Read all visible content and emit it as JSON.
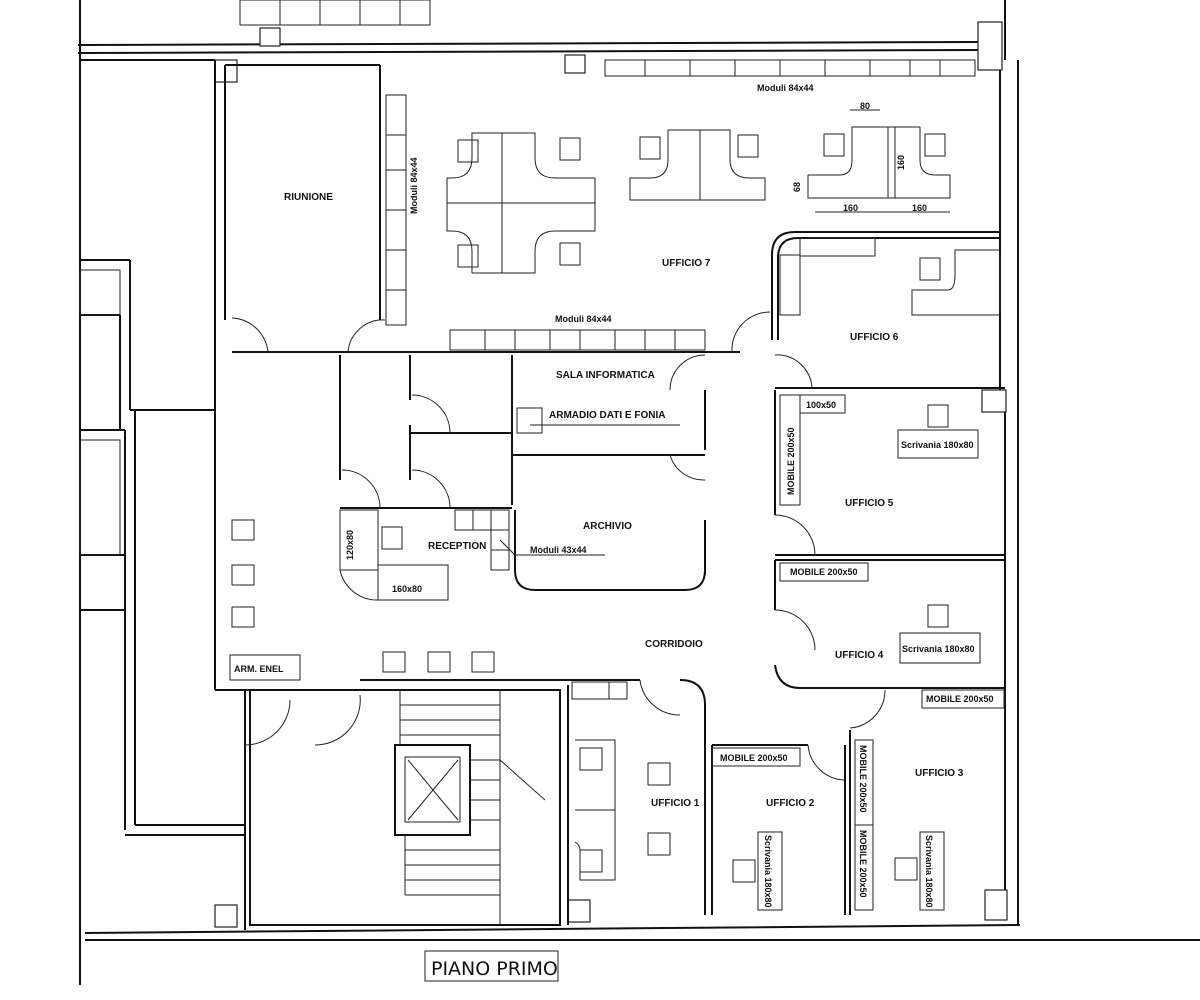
{
  "title": "PIANO PRIMO",
  "rooms": {
    "riunione": "RIUNIONE",
    "ufficio7": "UFFICIO 7",
    "ufficio6": "UFFICIO 6",
    "ufficio5": "UFFICIO 5",
    "ufficio4": "UFFICIO 4",
    "ufficio3": "UFFICIO 3",
    "ufficio2": "UFFICIO 2",
    "ufficio1": "UFFICIO 1",
    "sala_informatica": "SALA INFORMATICA",
    "armadio": "ARMADIO DATI E FONIA",
    "archivio": "ARCHIVIO",
    "reception": "RECEPTION",
    "corridoio": "CORRIDOIO",
    "arm_enel": "ARM. ENEL"
  },
  "furniture": {
    "moduli_top": "Moduli 84x44",
    "moduli_left": "Moduli 84x44",
    "moduli_bottom": "Moduli 84x44",
    "moduli_archivio": "Moduli 43x44",
    "dim_80": "80",
    "dim_160_v": "160",
    "dim_68": "68",
    "dim_160_a": "160",
    "dim_160_b": "160",
    "mobile_100x50": "100x50",
    "mobile_u5": "MOBILE 200x50",
    "scrivania_u5": "Scrivania 180x80",
    "mobile_u4": "MOBILE 200x50",
    "scrivania_u4": "Scrivania 180x80",
    "mobile_u3_top": "MOBILE 200x50",
    "mobile_u3_a": "MOBILE 200x50",
    "mobile_u3_b": "MOBILE 200x50",
    "scrivania_u3": "Scrivania 180x80",
    "mobile_u2": "MOBILE 200x50",
    "scrivania_u2": "Scrivania 180x80",
    "reception_120": "120x80",
    "reception_160": "160x80"
  }
}
